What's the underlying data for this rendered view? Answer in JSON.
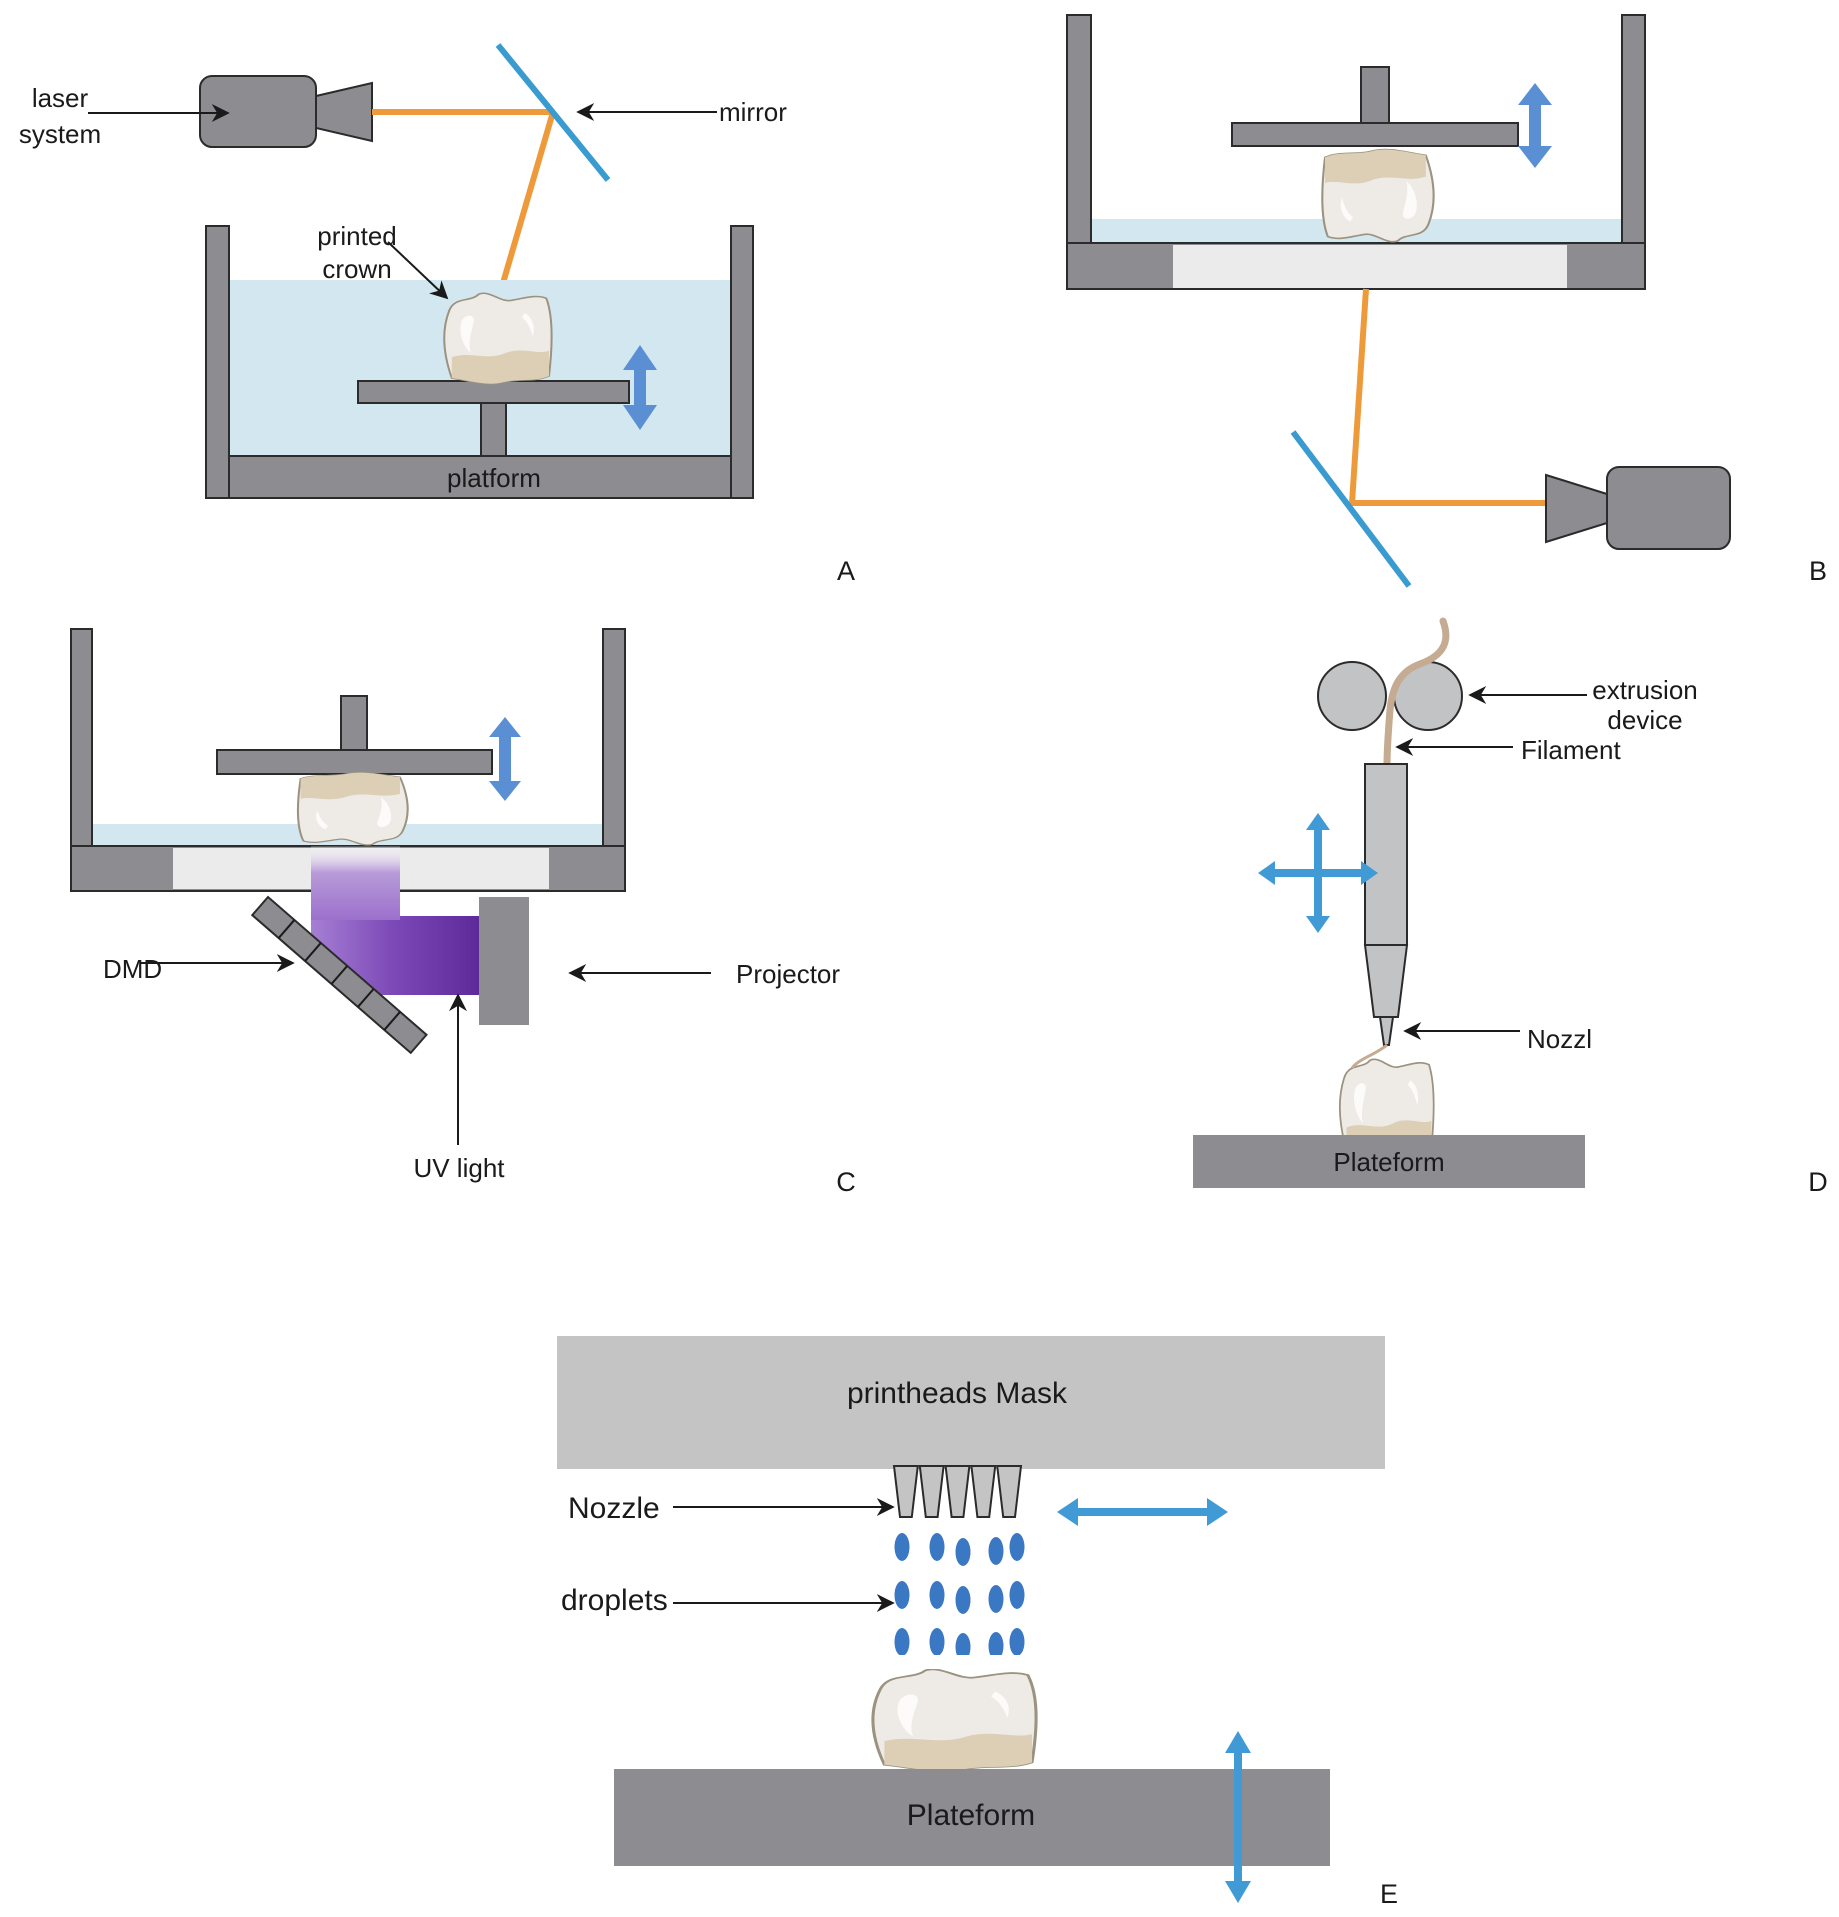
{
  "figure": {
    "panels": [
      {
        "id": "A",
        "letter": "A",
        "labels": {
          "laser_line1": "laser",
          "laser_line2": "system",
          "mirror": "mirror",
          "crown_line1": "printed",
          "crown_line2": "crown",
          "platform": "platform"
        }
      },
      {
        "id": "B",
        "letter": "B"
      },
      {
        "id": "C",
        "letter": "C",
        "labels": {
          "dmd": "DMD",
          "projector": "Projector",
          "uv_light": "UV light"
        }
      },
      {
        "id": "D",
        "letter": "D",
        "labels": {
          "extrusion_line1": "extrusion",
          "extrusion_line2": "device",
          "filament": "Filament",
          "nozzle": "Nozzl",
          "platform": "Plateform"
        }
      },
      {
        "id": "E",
        "letter": "E",
        "labels": {
          "mask": "printheads Mask",
          "nozzle": "Nozzle",
          "droplets": "droplets",
          "platform": "Plateform"
        },
        "nozzle_count": 5,
        "droplet_rows": 3,
        "droplet_columns": 5
      }
    ],
    "colors": {
      "housing_gray": "#8c8c91",
      "resin_blue": "#d3e7f0",
      "laser_orange": "#ef9a3a",
      "mirror_blue": "#3a9bd0",
      "motion_arrow_blue": "#5b8fd4",
      "droplet_blue": "#3b78c4",
      "uv_purple": "#5e2a9a"
    },
    "icons": {
      "motion_vertical": "double-arrow-vertical",
      "motion_horizontal": "double-arrow-horizontal",
      "motion_cross": "four-way-arrow"
    }
  }
}
